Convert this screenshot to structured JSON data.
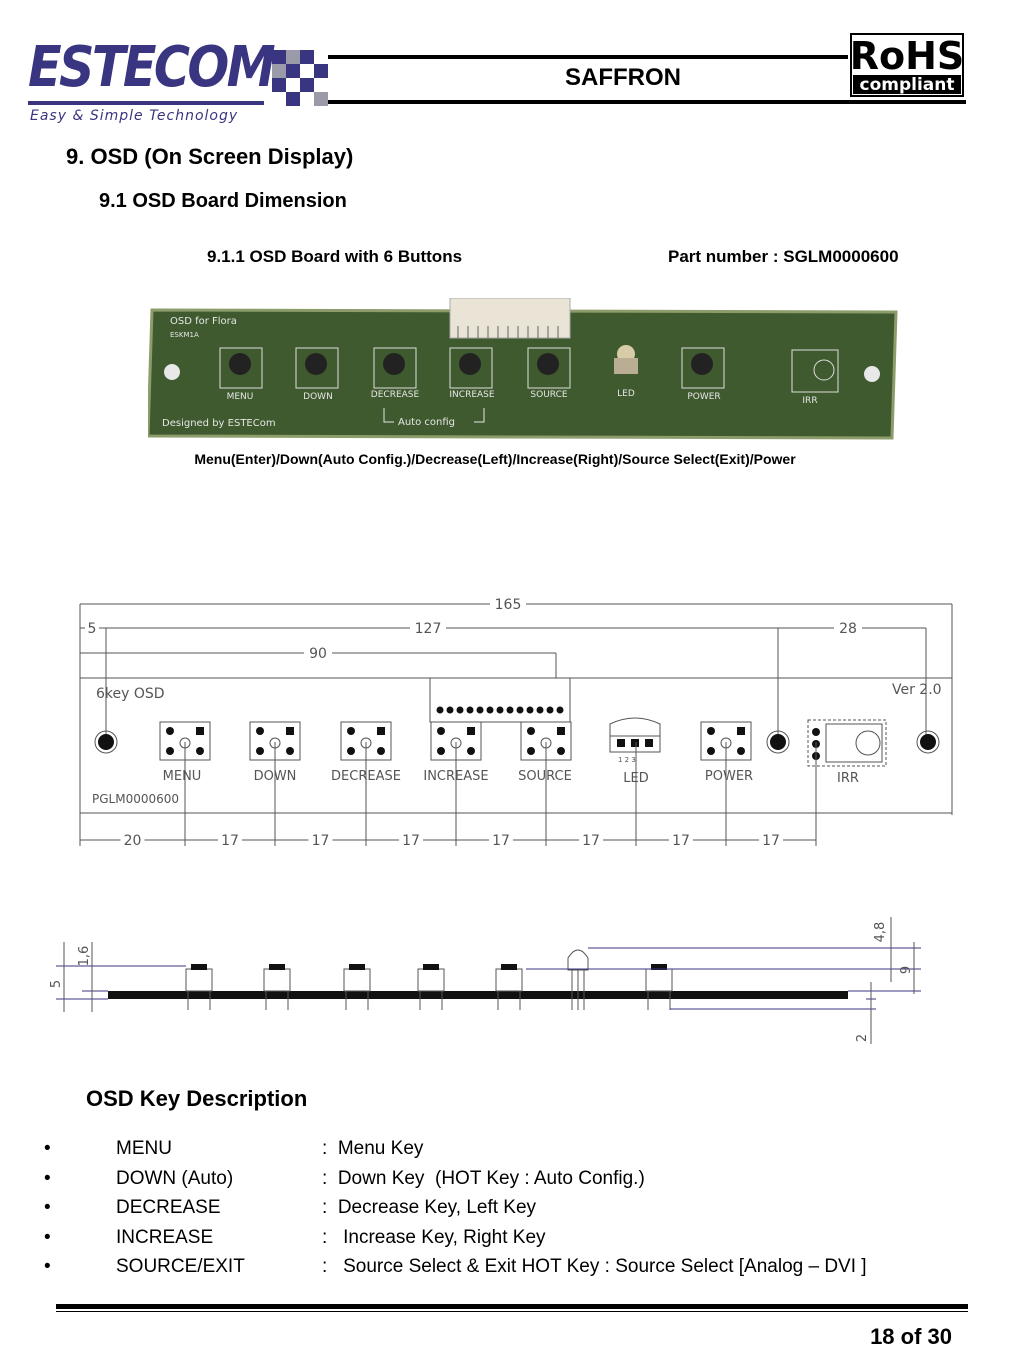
{
  "header": {
    "logo_text": "ESTECOM",
    "logo_tagline": "Easy & Simple Technology",
    "title": "SAFFRON",
    "rohs_line1": "RoHS",
    "rohs_line2": "compliant"
  },
  "section": {
    "heading": "9. OSD (On Screen Display)",
    "subheading": "9.1  OSD Board  Dimension",
    "subsubheading": "9.1.1  OSD Board with 6 Buttons",
    "part_number": "Part number : SGLM0000600"
  },
  "photo": {
    "board_label": "OSD for Flora",
    "board_code": "ESKM1A",
    "designed_by": "Designed by ESTECom",
    "auto_config": "Auto config",
    "button_labels": [
      "MENU",
      "DOWN",
      "DECREASE",
      "INCREASE",
      "SOURCE",
      "LED",
      "POWER",
      "IRR"
    ],
    "caption": "Menu(Enter)/Down(Auto Config.)/Decrease(Left)/Increase(Right)/Source Select(Exit)/Power"
  },
  "drawing": {
    "dim_total": "165",
    "dim_127": "127",
    "dim_28": "28",
    "dim_90": "90",
    "dim_5": "5",
    "board_name": "6key OSD",
    "version": "Ver 2.0",
    "part_code": "PGLM0000600",
    "labels": [
      "MENU",
      "DOWN",
      "DECREASE",
      "INCREASE",
      "SOURCE",
      "LED",
      "POWER",
      "IRR"
    ],
    "led_pins": "1  2  3",
    "bottom_dims": [
      "20",
      "17",
      "17",
      "17",
      "17",
      "17",
      "17",
      "17"
    ],
    "side_dims": {
      "left_5": "5",
      "left_16": "1,6",
      "right_48": "4,8",
      "right_9": "9",
      "right_2": "2"
    }
  },
  "keys": {
    "title": "OSD Key Description",
    "bullet": "•",
    "items": [
      {
        "key": "MENU",
        "desc": ":  Menu Key"
      },
      {
        "key": "DOWN (Auto)",
        "desc": ":  Down Key  (HOT Key : Auto Config.)"
      },
      {
        "key": "DECREASE",
        "desc": ":  Decrease Key, Left Key"
      },
      {
        "key": "INCREASE",
        "desc": ":   Increase Key, Right Key"
      },
      {
        "key": "SOURCE/EXIT",
        "desc": ":   Source Select & Exit HOT Key : Source Select [Analog – DVI ]"
      }
    ]
  },
  "footer": {
    "page": "18 of 30"
  },
  "colors": {
    "brand": "#3a3580",
    "pcb": "#3f5a2e",
    "dim_line": "#555555"
  }
}
